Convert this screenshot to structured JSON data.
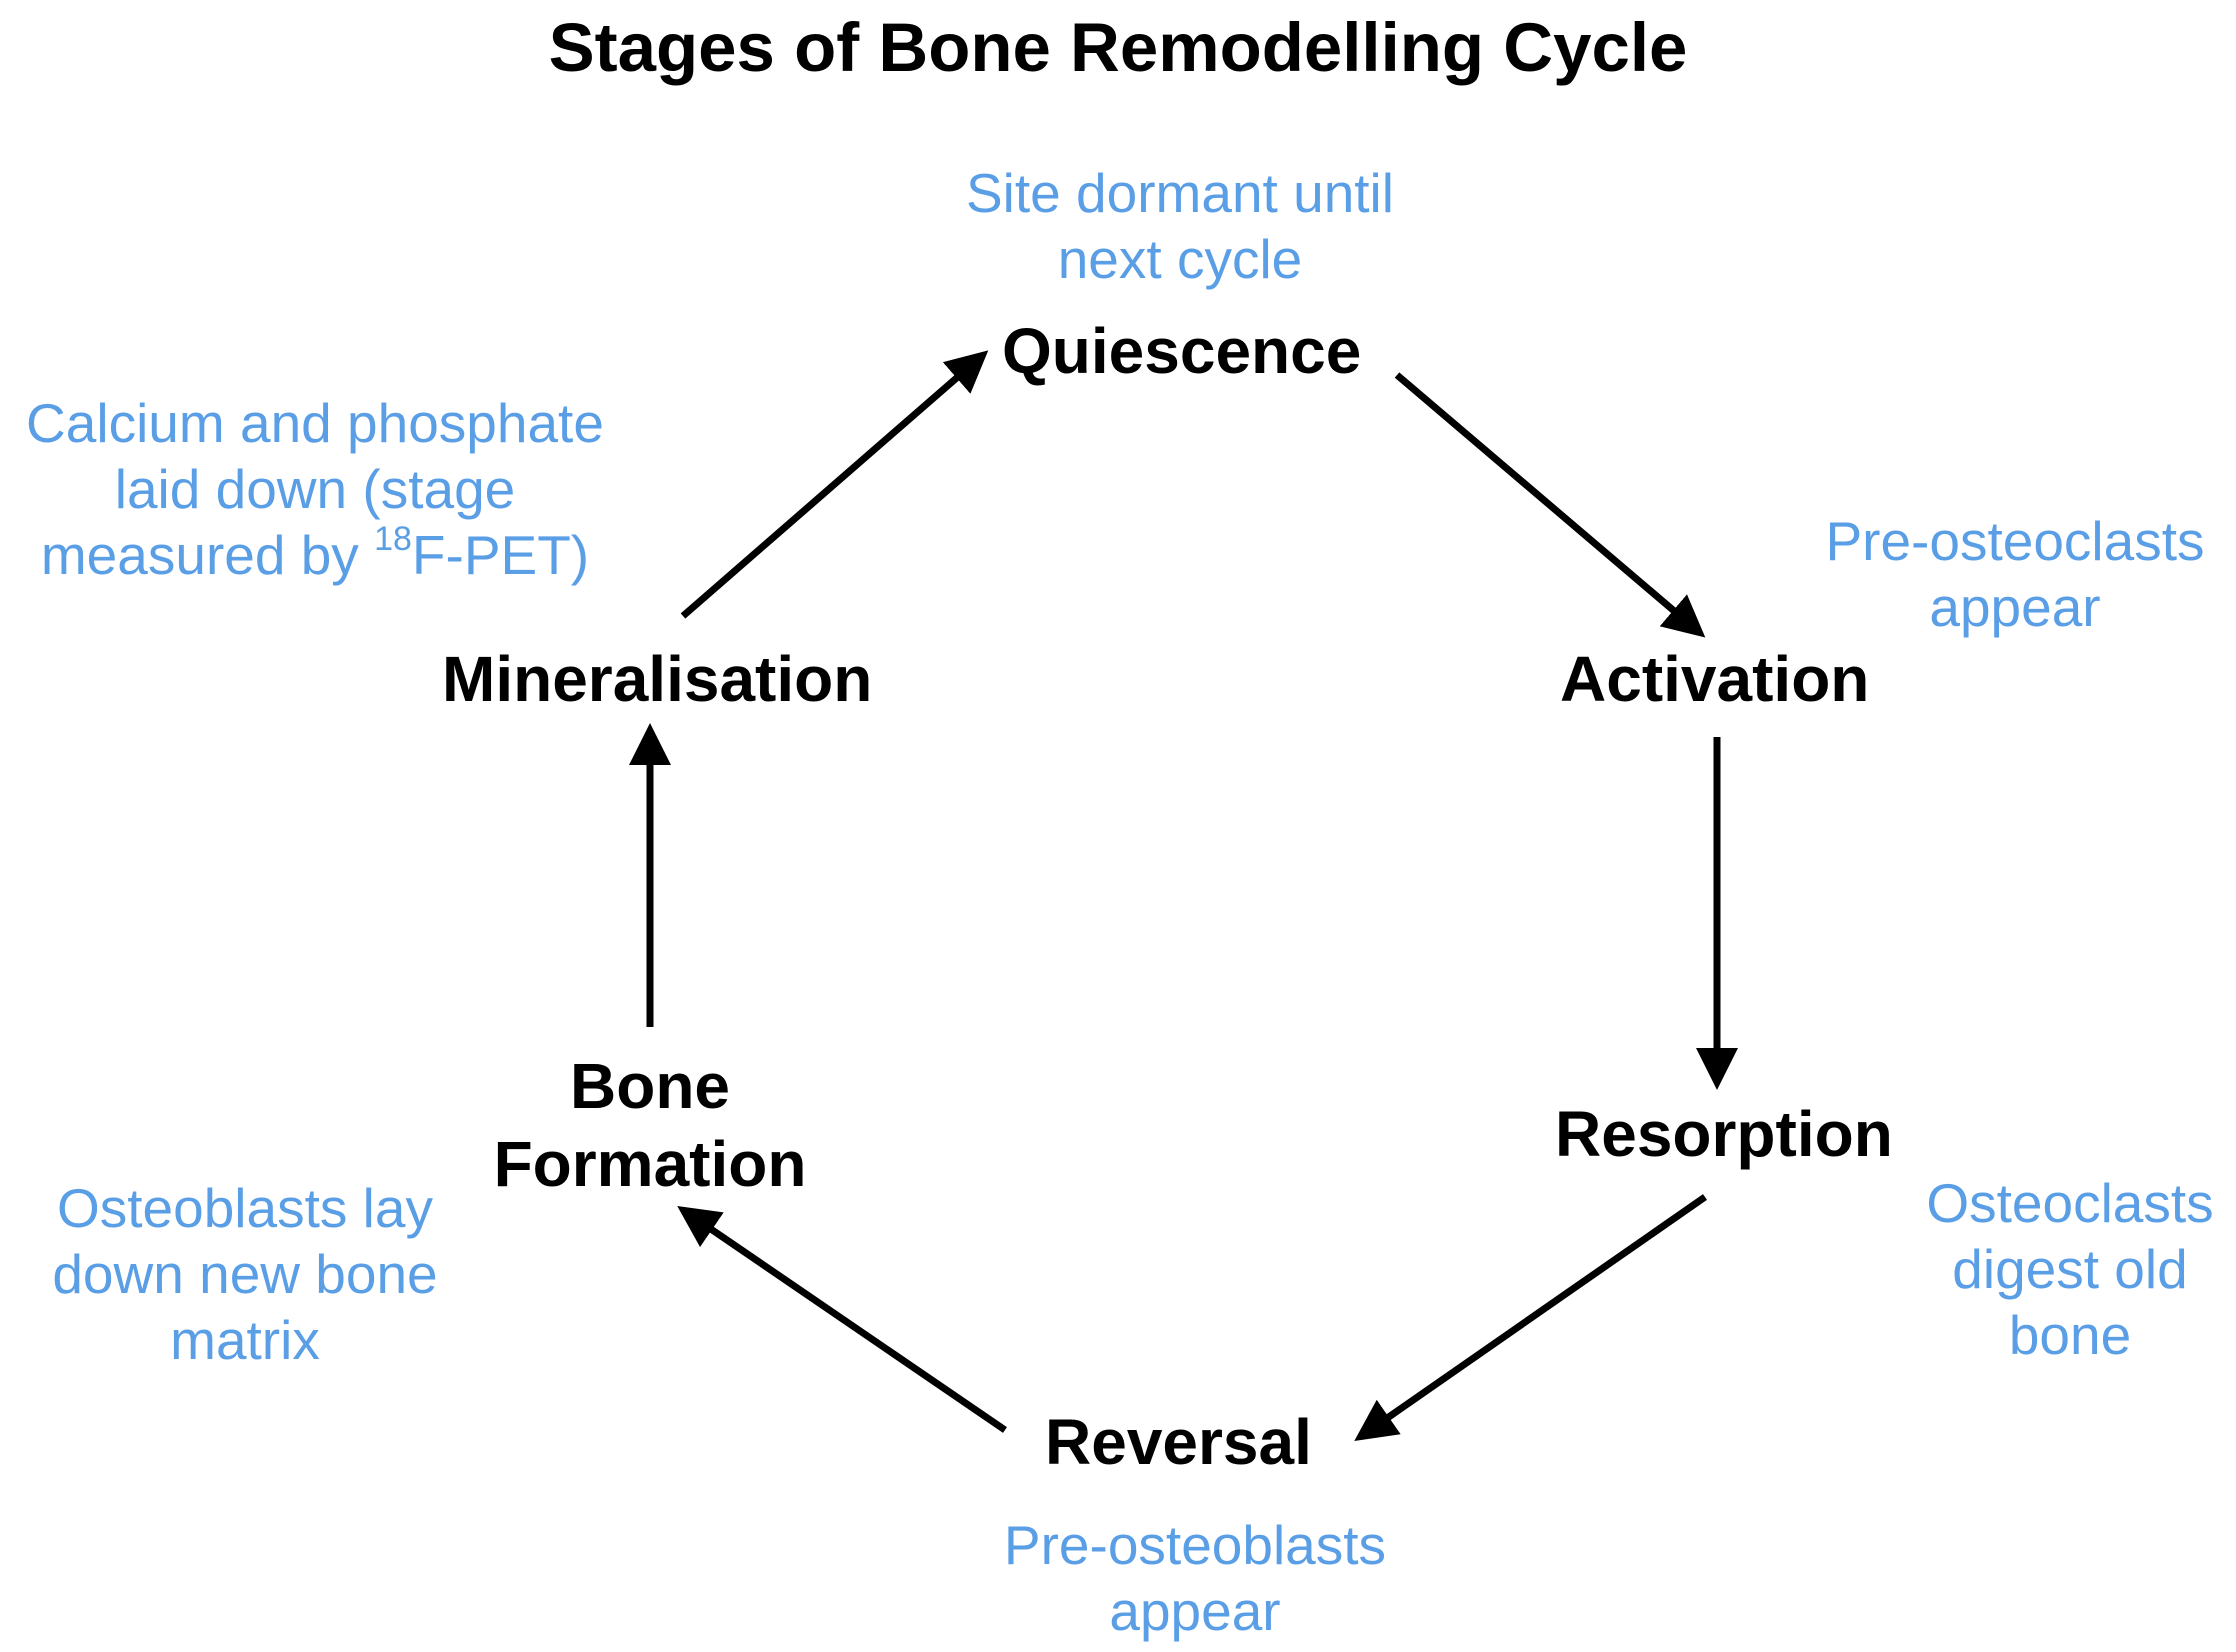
{
  "title": "Stages of Bone Remodelling Cycle",
  "colors": {
    "stage_text": "#000000",
    "note_text": "#5a9ee6",
    "arrow": "#000000"
  },
  "stages": {
    "quiescence": "Quiescence",
    "activation": "Activation",
    "resorption": "Resorption",
    "reversal": "Reversal",
    "bone_formation": [
      "Bone",
      "Formation"
    ],
    "mineralisation": "Mineralisation"
  },
  "notes": {
    "quiescence": [
      "Site dormant until",
      "next cycle"
    ],
    "activation": [
      "Pre-osteoclasts",
      "appear"
    ],
    "resorption": [
      "Osteoclasts",
      "digest old",
      "bone"
    ],
    "reversal": [
      "Pre-osteoblasts",
      "appear"
    ],
    "bone_formation": [
      "Osteoblasts lay",
      "down new bone",
      "matrix"
    ],
    "mineralisation": {
      "line1": "Calcium and phosphate",
      "line2": "laid down (stage",
      "line3_prefix": "measured by ",
      "line3_superscript": "18",
      "line3_suffix": "F-PET)"
    }
  }
}
